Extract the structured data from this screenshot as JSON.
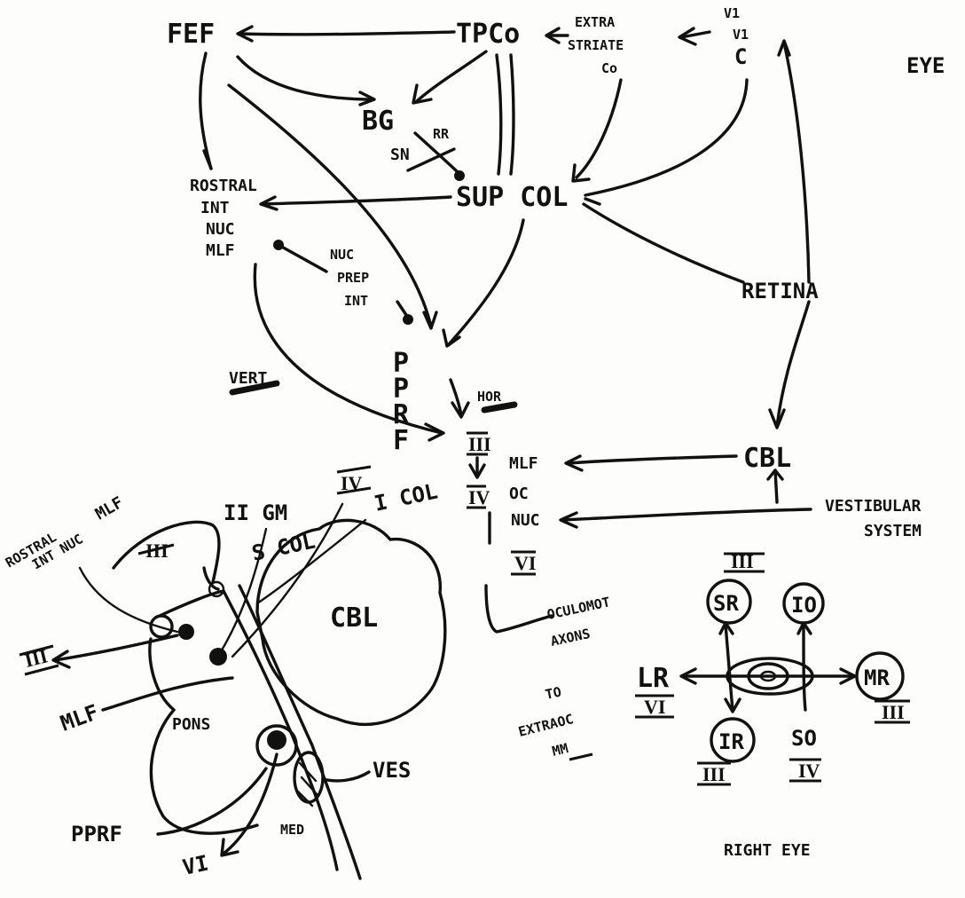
{
  "labels": {
    "fef": "FEF",
    "tpco": "TPCo",
    "extrastriate_1": "EXTRA",
    "extrastriate_2": "STRIATE",
    "extrastriate_3": "Co",
    "v1_1": "V1",
    "v1_2": "V1",
    "v1_3": "C",
    "eye_corner": "EYE",
    "bg": "BG",
    "sn": "SN",
    "rr": "RR",
    "sup_col": "SUP COL",
    "riml_1": "ROSTRAL",
    "riml_2": "INT",
    "riml_3": "NUC",
    "riml_4": "MLF",
    "nph_1": "NUC",
    "nph_2": "PREP",
    "nph_3": "INT",
    "retina": "RETINA",
    "pprf_vertical": "PPRF",
    "vert": "VERT",
    "hor": "HOR",
    "nuc_III": "III",
    "nuc_IV": "IV",
    "nuc_VI": "VI",
    "mlf": "MLF",
    "oc_nuc_1": "OC",
    "oc_nuc_2": "NUC",
    "cbl": "CBL",
    "vestibular_1": "VESTIBULAR",
    "vestibular_2": "SYSTEM",
    "output_1": "OCULOMOT",
    "output_2": "AXONS",
    "output_3": "TO",
    "output_4": "EXTRAOC",
    "output_5": "MM"
  },
  "brainstem": {
    "riml_1": "ROSTRAL",
    "riml_2": "INT NUC",
    "riml_3": "MLF",
    "iii_label": "III",
    "iii_nerve": "III",
    "ii_gm": "II GM",
    "sup_col_short": "S COL",
    "iv_top": "IV",
    "inf_col": "I COL",
    "cbl": "CBL",
    "mlf": "MLF",
    "pons": "PONS",
    "pprf": "PPRF",
    "ves": "VES",
    "med": "MED",
    "vi": "VI"
  },
  "eye": {
    "sr": "SR",
    "io": "IO",
    "lr": "LR",
    "mr": "MR",
    "ir": "IR",
    "so": "SO",
    "sr_nerve": "III",
    "lr_nerve": "VI",
    "mr_nerve": "III",
    "ir_nerve": "III",
    "so_nerve": "IV",
    "caption": "RIGHT EYE"
  }
}
